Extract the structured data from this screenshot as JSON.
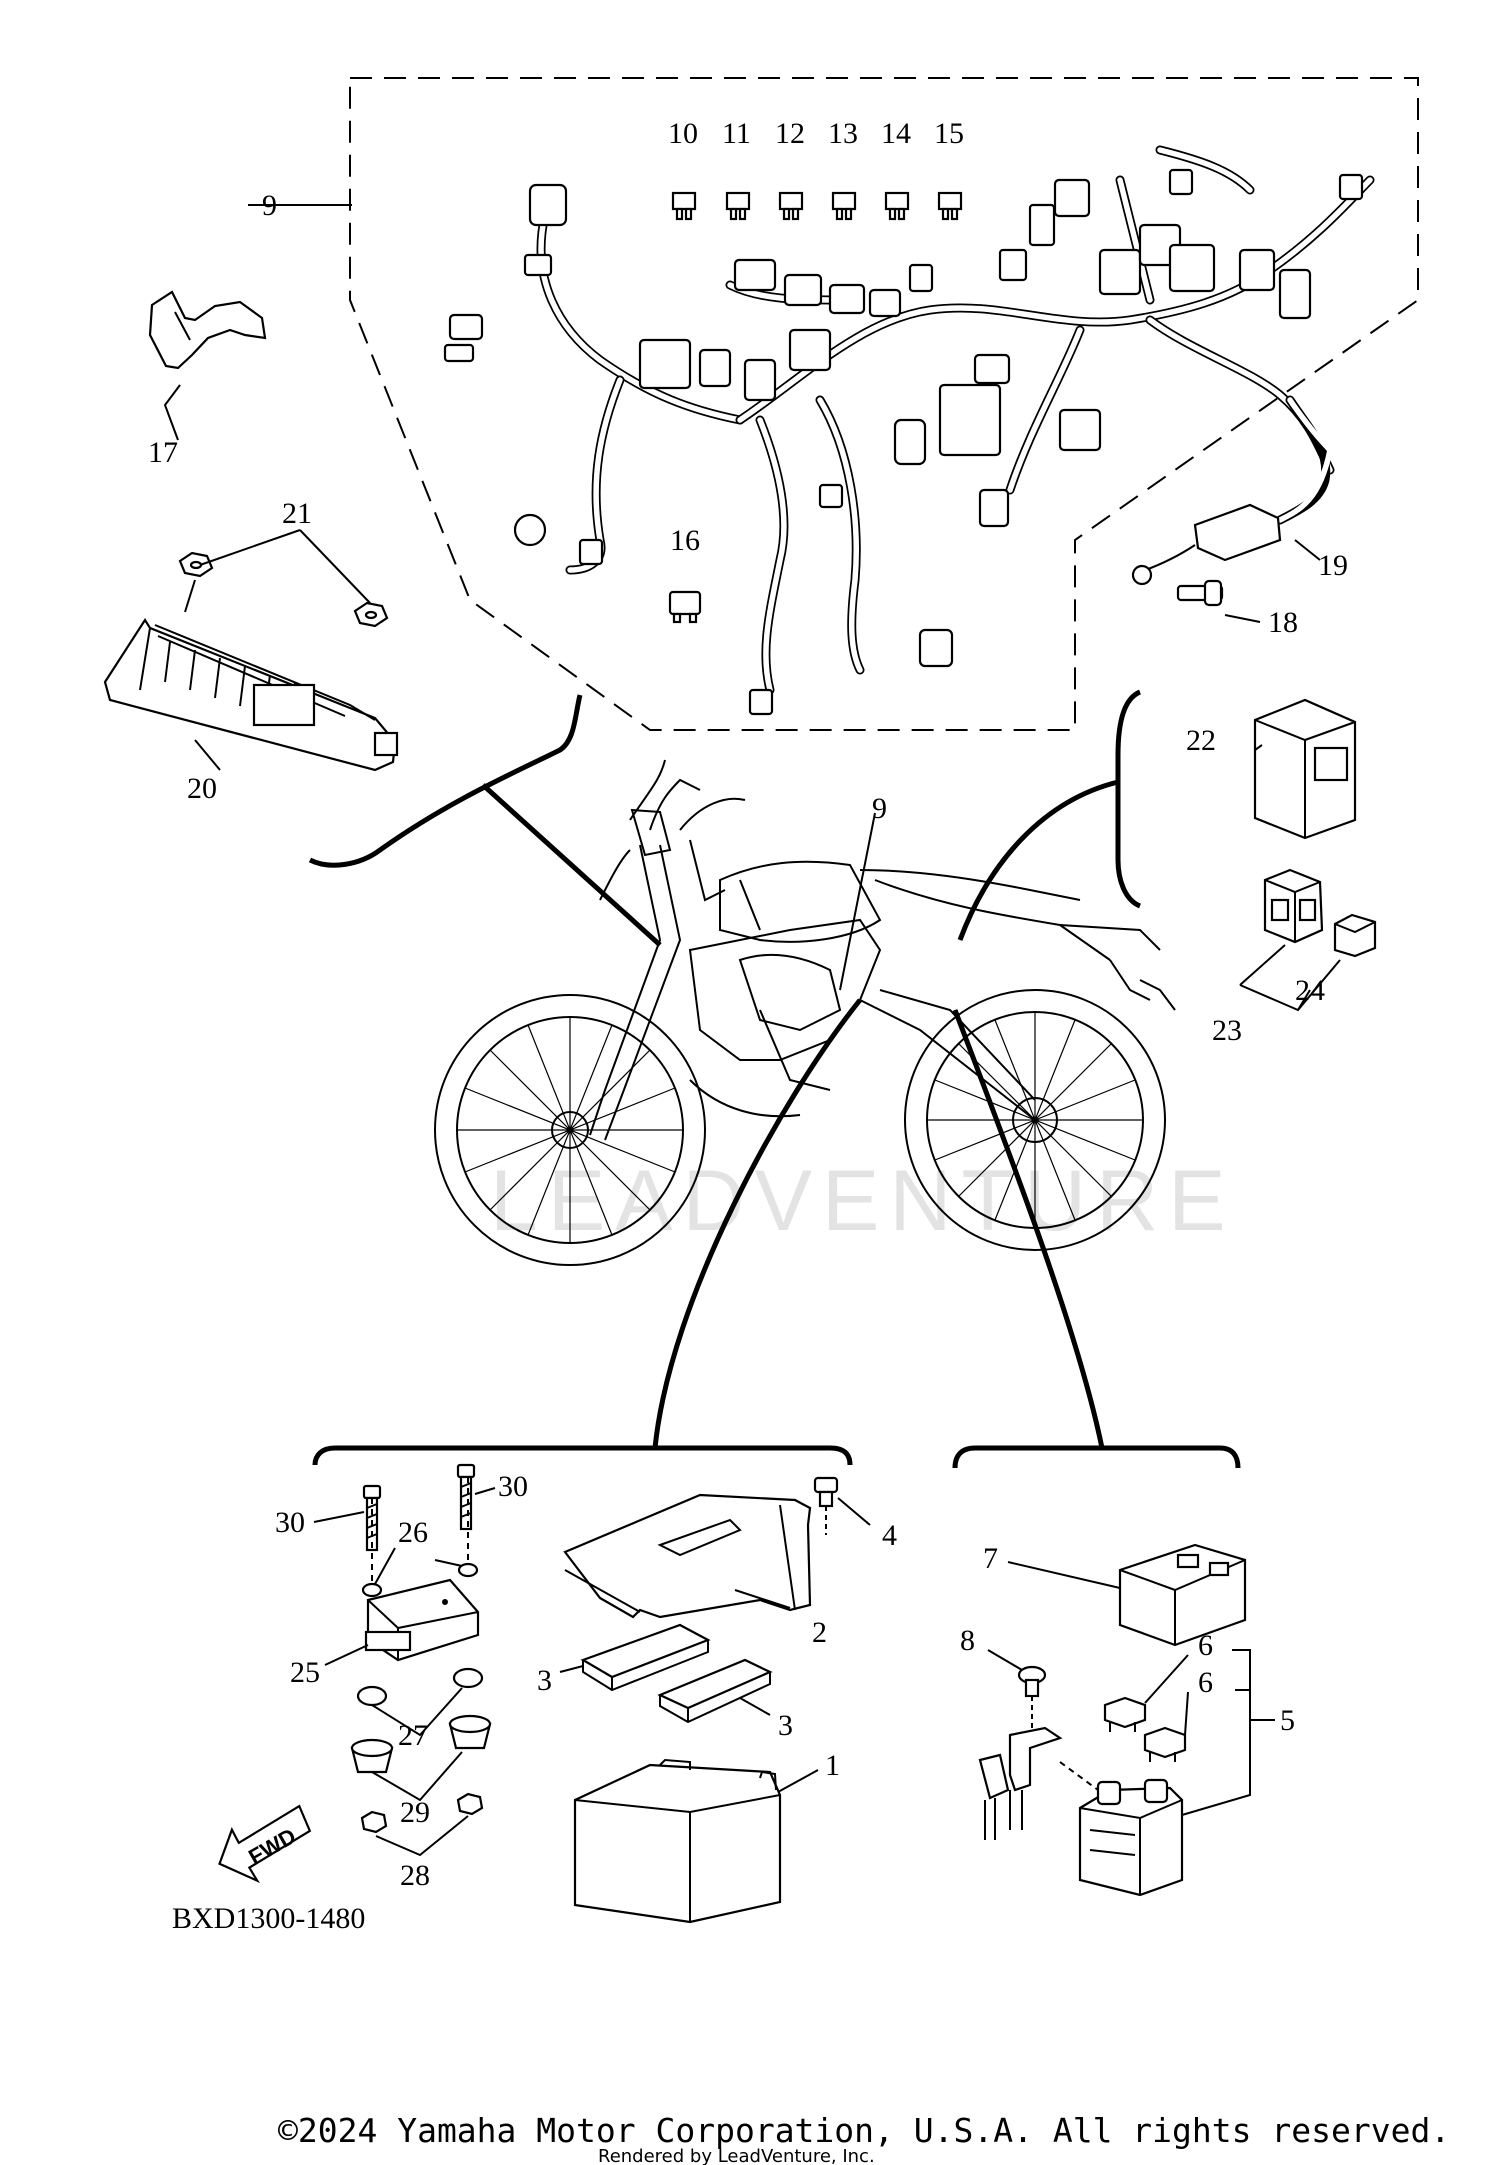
{
  "diagram": {
    "callouts": [
      "1",
      "2",
      "3",
      "3",
      "4",
      "5",
      "6",
      "6",
      "7",
      "8",
      "9",
      "9",
      "10",
      "11",
      "12",
      "13",
      "14",
      "15",
      "16",
      "17",
      "18",
      "19",
      "20",
      "21",
      "22",
      "23",
      "24",
      "25",
      "26",
      "27",
      "28",
      "29",
      "30",
      "30"
    ],
    "diagram_code": "BXD1300-1480",
    "fwd_label": "FWD",
    "watermark": "LEADVENTURE",
    "copyright": "©2024 Yamaha Motor Corporation, U.S.A. All rights reserved.",
    "rendered_by": "Rendered by LeadVenture, Inc."
  }
}
